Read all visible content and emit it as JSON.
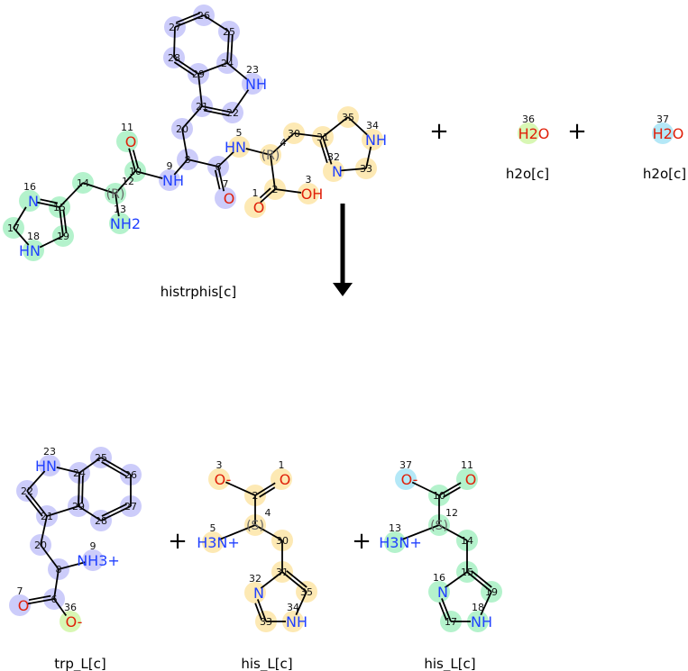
{
  "colors": {
    "blue": "#ccccfa",
    "green": "#b4f2cc",
    "yellow": "#fde9b4",
    "lime": "#d8f7b4",
    "cyan": "#b4e8f7",
    "N": "#2040ff",
    "O": "#e0200a"
  },
  "plus": "+",
  "molecules": [
    {
      "name": "histrphis[c]",
      "atoms": [
        {
          "id": "1",
          "el": "O",
          "text": "O",
          "hl": "yellow"
        },
        {
          "id": "2",
          "hl": "yellow"
        },
        {
          "id": "3",
          "el": "O",
          "text": "OH",
          "hl": "yellow"
        },
        {
          "id": "4",
          "hl": "yellow",
          "stereo": "(R)"
        },
        {
          "id": "5",
          "el": "N",
          "text": "HN",
          "hl": "yellow"
        },
        {
          "id": "6",
          "hl": "blue"
        },
        {
          "id": "7",
          "el": "O",
          "text": "O",
          "hl": "blue"
        },
        {
          "id": "8",
          "hl": "blue"
        },
        {
          "id": "9",
          "el": "N",
          "text": "NH",
          "hl": "blue"
        },
        {
          "id": "10",
          "hl": "green"
        },
        {
          "id": "11",
          "el": "O",
          "text": "O",
          "hl": "green"
        },
        {
          "id": "12",
          "hl": "green",
          "stereo": "(R)"
        },
        {
          "id": "13",
          "el": "N",
          "text": "NH2",
          "hl": "green"
        },
        {
          "id": "14",
          "hl": "green"
        },
        {
          "id": "15",
          "hl": "green"
        },
        {
          "id": "16",
          "el": "N",
          "text": "N",
          "hl": "green"
        },
        {
          "id": "17",
          "hl": "green"
        },
        {
          "id": "18",
          "el": "N",
          "text": "HN",
          "hl": "green"
        },
        {
          "id": "19",
          "hl": "green"
        },
        {
          "id": "20",
          "hl": "blue"
        },
        {
          "id": "21",
          "hl": "blue"
        },
        {
          "id": "22",
          "hl": "blue"
        },
        {
          "id": "23",
          "el": "N",
          "text": "NH",
          "hl": "blue"
        },
        {
          "id": "24",
          "hl": "blue"
        },
        {
          "id": "25",
          "hl": "blue"
        },
        {
          "id": "26",
          "hl": "blue"
        },
        {
          "id": "27",
          "hl": "blue"
        },
        {
          "id": "28",
          "hl": "blue"
        },
        {
          "id": "29",
          "hl": "blue"
        },
        {
          "id": "30",
          "hl": "yellow"
        },
        {
          "id": "31",
          "hl": "yellow"
        },
        {
          "id": "32",
          "el": "N",
          "text": "N",
          "hl": "yellow"
        },
        {
          "id": "33",
          "hl": "yellow"
        },
        {
          "id": "34",
          "el": "N",
          "text": "NH",
          "hl": "yellow"
        },
        {
          "id": "35",
          "hl": "yellow"
        }
      ]
    },
    {
      "name": "h2o[c]",
      "atoms": [
        {
          "id": "36",
          "el": "O",
          "text": "H2O",
          "hl": "lime"
        }
      ]
    },
    {
      "name": "h2o[c]",
      "atoms": [
        {
          "id": "37",
          "el": "O",
          "text": "H2O",
          "hl": "cyan"
        }
      ]
    },
    {
      "name": "trp_L[c]",
      "atoms": [
        {
          "id": "6",
          "hl": "blue"
        },
        {
          "id": "7",
          "el": "O",
          "text": "O",
          "hl": "blue"
        },
        {
          "id": "8",
          "hl": "blue"
        },
        {
          "id": "9",
          "el": "N",
          "text": "NH3+",
          "hl": "blue"
        },
        {
          "id": "20",
          "hl": "blue"
        },
        {
          "id": "21",
          "hl": "blue"
        },
        {
          "id": "22",
          "hl": "blue"
        },
        {
          "id": "23",
          "el": "N",
          "text": "HN",
          "hl": "blue"
        },
        {
          "id": "24",
          "hl": "blue"
        },
        {
          "id": "25",
          "hl": "blue"
        },
        {
          "id": "26",
          "hl": "blue"
        },
        {
          "id": "27",
          "hl": "blue"
        },
        {
          "id": "28",
          "hl": "blue"
        },
        {
          "id": "29",
          "hl": "blue"
        },
        {
          "id": "36",
          "el": "O",
          "text": "O-",
          "hl": "lime"
        }
      ]
    },
    {
      "name": "his_L[c]",
      "atoms": [
        {
          "id": "1",
          "el": "O",
          "text": "O",
          "hl": "yellow"
        },
        {
          "id": "2",
          "hl": "yellow"
        },
        {
          "id": "3",
          "el": "O",
          "text": "O-",
          "hl": "yellow"
        },
        {
          "id": "4",
          "hl": "yellow",
          "stereo": "(S)"
        },
        {
          "id": "5",
          "el": "N",
          "text": "H3N+",
          "hl": "yellow"
        },
        {
          "id": "30",
          "hl": "yellow"
        },
        {
          "id": "31",
          "hl": "yellow"
        },
        {
          "id": "32",
          "el": "N",
          "text": "N",
          "hl": "yellow"
        },
        {
          "id": "33",
          "hl": "yellow"
        },
        {
          "id": "34",
          "el": "N",
          "text": "NH",
          "hl": "yellow"
        },
        {
          "id": "35",
          "hl": "yellow"
        }
      ]
    },
    {
      "name": "his_L[c]",
      "atoms": [
        {
          "id": "11",
          "el": "O",
          "text": "O",
          "hl": "green"
        },
        {
          "id": "10",
          "hl": "green"
        },
        {
          "id": "37",
          "el": "O",
          "text": "O-",
          "hl": "cyan"
        },
        {
          "id": "12",
          "hl": "green",
          "stereo": "(S)"
        },
        {
          "id": "13",
          "el": "N",
          "text": "H3N+",
          "hl": "green"
        },
        {
          "id": "14",
          "hl": "green"
        },
        {
          "id": "15",
          "hl": "green"
        },
        {
          "id": "16",
          "el": "N",
          "text": "N",
          "hl": "green"
        },
        {
          "id": "17",
          "hl": "green"
        },
        {
          "id": "18",
          "el": "N",
          "text": "NH",
          "hl": "green"
        },
        {
          "id": "19",
          "hl": "green"
        }
      ]
    }
  ]
}
